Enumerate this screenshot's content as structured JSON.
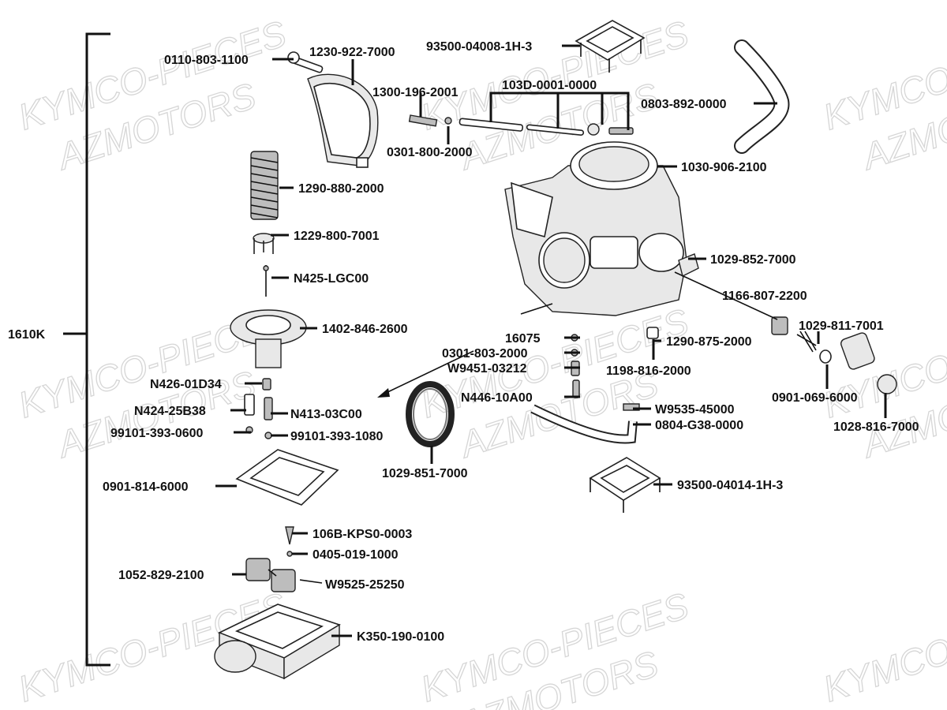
{
  "watermark": {
    "brand_a": "KYMCO-PIECES",
    "brand_b": "AZMOTORS"
  },
  "assembly": {
    "code": "1610K"
  },
  "labels": [
    "0110-803-1100",
    "1230-922-7000",
    "93500-04008-1H-3",
    "1300-196-2001",
    "103D-0001-0000",
    "0803-892-0000",
    "0301-800-2000",
    "1030-906-2100",
    "1290-880-2000",
    "1229-800-7001",
    "1029-852-7000",
    "N425-LGC00",
    "1166-807-2200",
    "1402-846-2600",
    "16075",
    "1029-811-7001",
    "0301-803-2000",
    "1290-875-2000",
    "W9451-03212",
    "1198-816-2000",
    "N426-01D34",
    "N446-10A00",
    "0901-069-6000",
    "N424-25B38",
    "N413-03C00",
    "W9535-45000",
    "99101-393-0600",
    "99101-393-1080",
    "0804-G38-0000",
    "1028-816-7000",
    "1029-851-7000",
    "0901-814-6000",
    "93500-04014-1H-3",
    "106B-KPS0-0003",
    "0405-019-1000",
    "1052-829-2100",
    "W9525-25250",
    "K350-190-0100"
  ]
}
